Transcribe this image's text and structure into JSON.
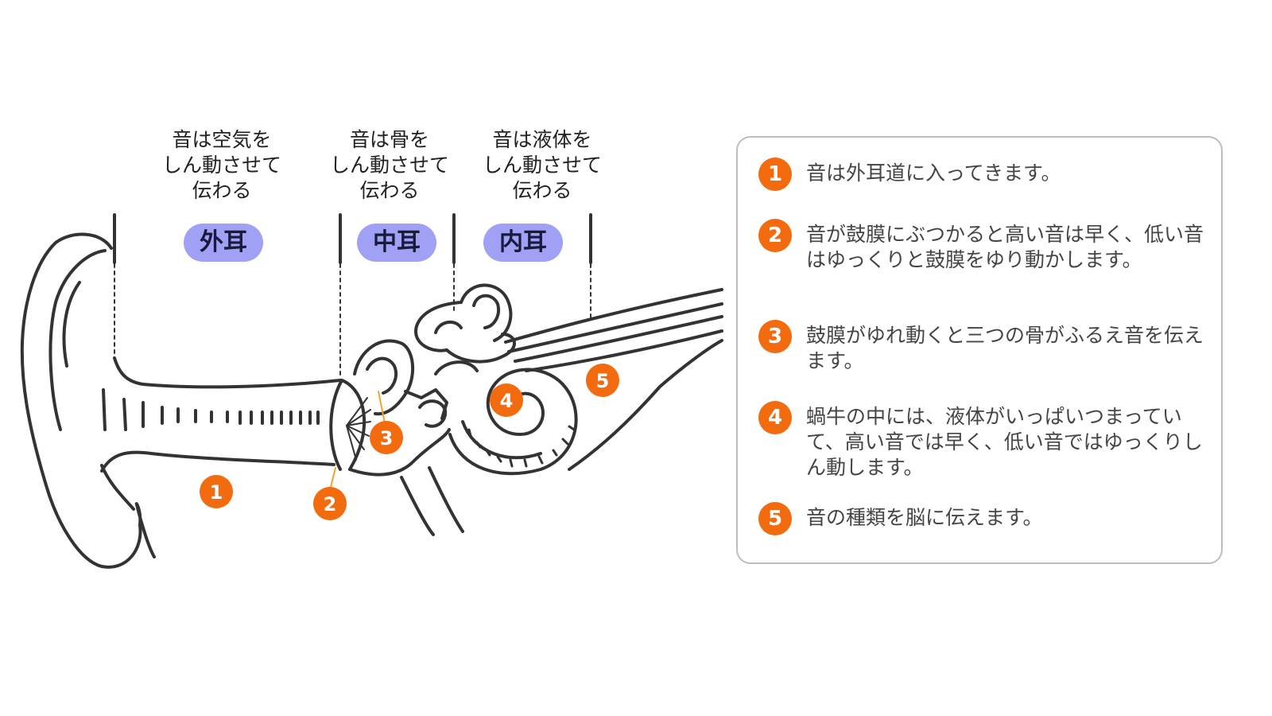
{
  "sections": [
    {
      "label": "外耳",
      "caption": [
        "音は空気を",
        "しん動させて",
        "伝わる"
      ]
    },
    {
      "label": "中耳",
      "caption": [
        "音は骨を",
        "しん動させて",
        "伝わる"
      ]
    },
    {
      "label": "内耳",
      "caption": [
        "音は液体を",
        "しん動させて",
        "伝わる"
      ]
    }
  ],
  "markers": [
    "1",
    "2",
    "3",
    "4",
    "5"
  ],
  "legend": [
    {
      "num": "1",
      "text": "音は外耳道に入ってきます。"
    },
    {
      "num": "2",
      "text": "音が鼓膜にぶつかると高い音は早く、低い音はゆっくりと鼓膜をゆり動かします。"
    },
    {
      "num": "3",
      "text": "鼓膜がゆれ動くと三つの骨がふるえ音を伝えます。"
    },
    {
      "num": "4",
      "text": "蝸牛の中には、液体がいっぱいつまっていて、高い音では早く、低い音ではゆっくりしん動します。"
    },
    {
      "num": "5",
      "text": "音の種類を脳に伝えます。"
    }
  ],
  "colors": {
    "accent": "#f26b0f",
    "section_label_bg": "#a0a0f5",
    "line": "#333333"
  }
}
